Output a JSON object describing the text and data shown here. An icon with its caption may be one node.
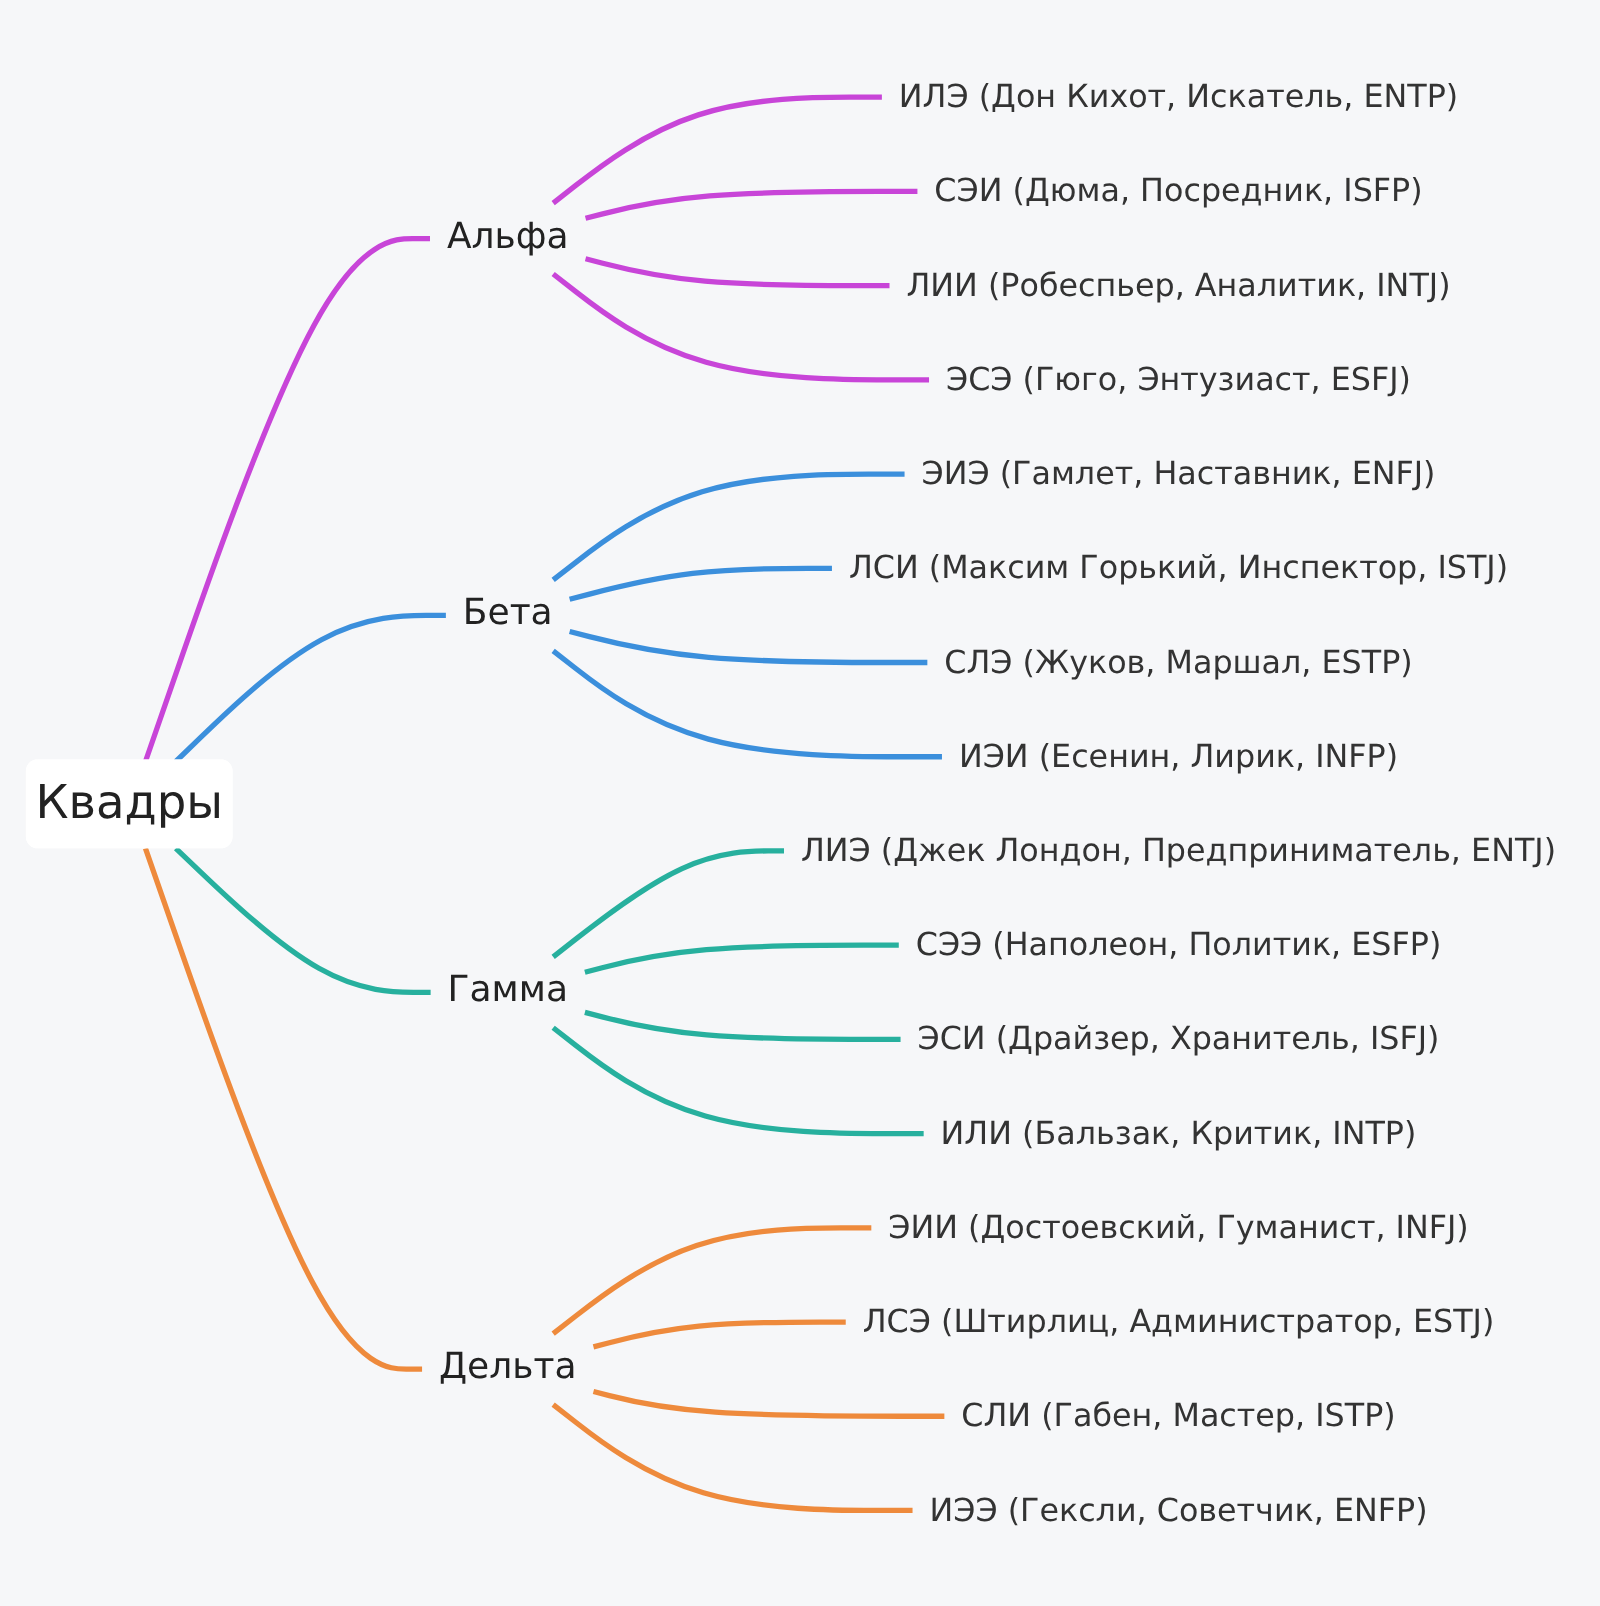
{
  "diagram": {
    "nodes": [
      {
        "text": [
          "Квадры"
        ]
      },
      {
        "text": [
          "Альфа"
        ]
      },
      {
        "text": [
          "ИЛЭ (Дон Кихот, Искатель, ENTP)"
        ]
      },
      {
        "text": [
          "СЭИ (Дюма, Посредник, ISFP)"
        ]
      },
      {
        "text": [
          "ЛИИ (Робеспьер, Аналитик, INTJ)"
        ]
      },
      {
        "text": [
          "ЭСЭ (Гюго, Энтузиаст, ESFJ)"
        ]
      },
      {
        "text": [
          "Бета"
        ]
      },
      {
        "text": [
          "ЭИЭ (Гамлет, Наставник, ENFJ)"
        ]
      },
      {
        "text": [
          "ЛСИ (Максим Горький, Инспектор, ISTJ)"
        ]
      },
      {
        "text": [
          "СЛЭ (Жуков, Маршал, ESTP)"
        ]
      },
      {
        "text": [
          "ИЭИ (Есенин, Лирик, INFP)"
        ]
      },
      {
        "text": [
          "Гамма"
        ]
      },
      {
        "text": [
          "ЛИЭ (Джек Лондон, Предприниматель, ENTJ)"
        ]
      },
      {
        "text": [
          "СЭЭ (Наполеон, Политик, ESFP)"
        ]
      },
      {
        "text": [
          "ЭСИ (Драйзер, Хранитель, ISFJ)"
        ]
      },
      {
        "text": [
          "ИЛИ (Бальзак, Критик, INTP)"
        ]
      },
      {
        "text": [
          "Дельта"
        ]
      },
      {
        "text": [
          "ЭИИ (Достоевский, Гуманист, INFJ)"
        ]
      },
      {
        "text": [
          "ЛСЭ (Штирлиц, Администратор, ESTJ)"
        ]
      },
      {
        "text": [
          "СЛИ (Габен, Мастер, ISTP)"
        ]
      },
      {
        "text": [
          "ИЭЭ (Гексли, Советчик, ENFP)"
        ]
      }
    ],
    "edges": [
      {
        "from": 0,
        "to": 1,
        "arrow": "none",
        "color": "#c845d8"
      },
      {
        "from": 1,
        "to": 2,
        "arrow": "none",
        "color": "#c845d8"
      },
      {
        "from": 1,
        "to": 3,
        "arrow": "none",
        "color": "#c845d8"
      },
      {
        "from": 1,
        "to": 4,
        "arrow": "none",
        "color": "#c845d8"
      },
      {
        "from": 1,
        "to": 5,
        "arrow": "none",
        "color": "#c845d8"
      },
      {
        "from": 0,
        "to": 6,
        "arrow": "none",
        "color": "#3b8fdc"
      },
      {
        "from": 6,
        "to": 7,
        "arrow": "none",
        "color": "#3b8fdc"
      },
      {
        "from": 6,
        "to": 8,
        "arrow": "none",
        "color": "#3b8fdc"
      },
      {
        "from": 6,
        "to": 9,
        "arrow": "none",
        "color": "#3b8fdc"
      },
      {
        "from": 6,
        "to": 10,
        "arrow": "none",
        "color": "#3b8fdc"
      },
      {
        "from": 0,
        "to": 11,
        "arrow": "none",
        "color": "#27b09e"
      },
      {
        "from": 11,
        "to": 12,
        "arrow": "none",
        "color": "#27b09e"
      },
      {
        "from": 11,
        "to": 13,
        "arrow": "none",
        "color": "#27b09e"
      },
      {
        "from": 11,
        "to": 14,
        "arrow": "none",
        "color": "#27b09e"
      },
      {
        "from": 11,
        "to": 15,
        "arrow": "none",
        "color": "#27b09e"
      },
      {
        "from": 0,
        "to": 16,
        "arrow": "none",
        "color": "#ee8a3c"
      },
      {
        "from": 16,
        "to": 17,
        "arrow": "none",
        "color": "#ee8a3c"
      },
      {
        "from": 16,
        "to": 18,
        "arrow": "none",
        "color": "#ee8a3c"
      },
      {
        "from": 16,
        "to": 19,
        "arrow": "none",
        "color": "#ee8a3c"
      },
      {
        "from": 16,
        "to": 20,
        "arrow": "none",
        "color": "#ee8a3c"
      }
    ]
  }
}
